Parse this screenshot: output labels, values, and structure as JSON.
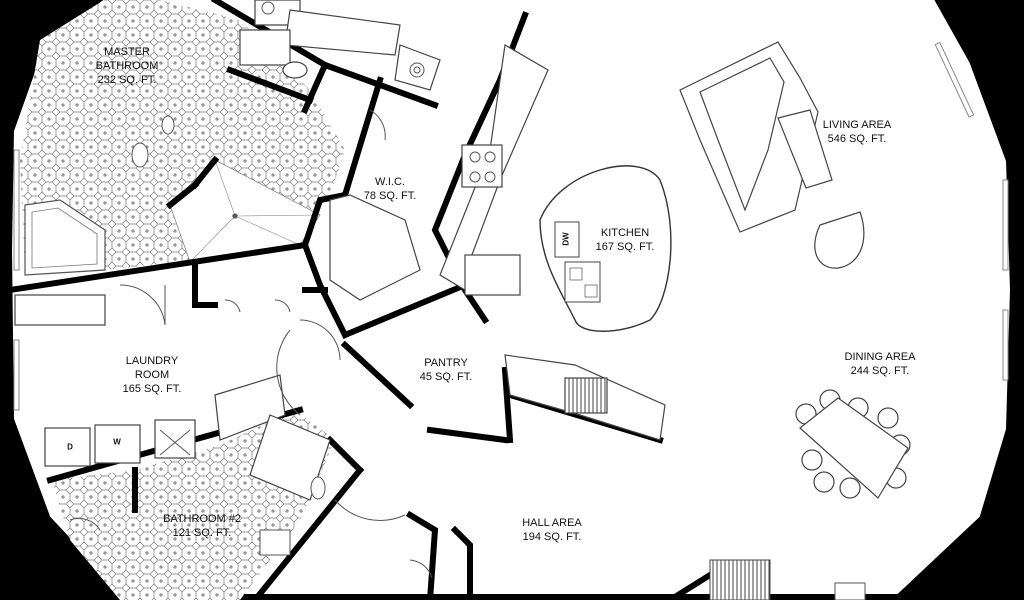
{
  "rooms": {
    "master_bathroom": {
      "name_line1": "MASTER",
      "name_line2": "BATHROOM",
      "area": "232 SQ. FT."
    },
    "wic": {
      "name": "W.I.C.",
      "area": "78 SQ. FT."
    },
    "kitchen": {
      "name": "KITCHEN",
      "area": "167 SQ. FT."
    },
    "living_area": {
      "name": "LIVING AREA",
      "area": "546 SQ. FT."
    },
    "laundry_room": {
      "name_line1": "LAUNDRY",
      "name_line2": "ROOM",
      "area": "165 SQ. FT."
    },
    "pantry": {
      "name": "PANTRY",
      "area": "45 SQ. FT."
    },
    "dining_area": {
      "name": "DINING AREA",
      "area": "244 SQ. FT."
    },
    "bathroom_2": {
      "name": "BATHROOM #2",
      "area": "121 SQ. FT."
    },
    "hall_area": {
      "name": "HALL AREA",
      "area": "194 SQ. FT."
    }
  },
  "appliances": {
    "dishwasher": "DW",
    "dryer": "D",
    "washer": "W"
  },
  "colors": {
    "background": "#000000",
    "floor": "#ffffff",
    "wall": "#000000",
    "tile_fill": "#dcdcdc",
    "fixture_line": "#555555"
  }
}
